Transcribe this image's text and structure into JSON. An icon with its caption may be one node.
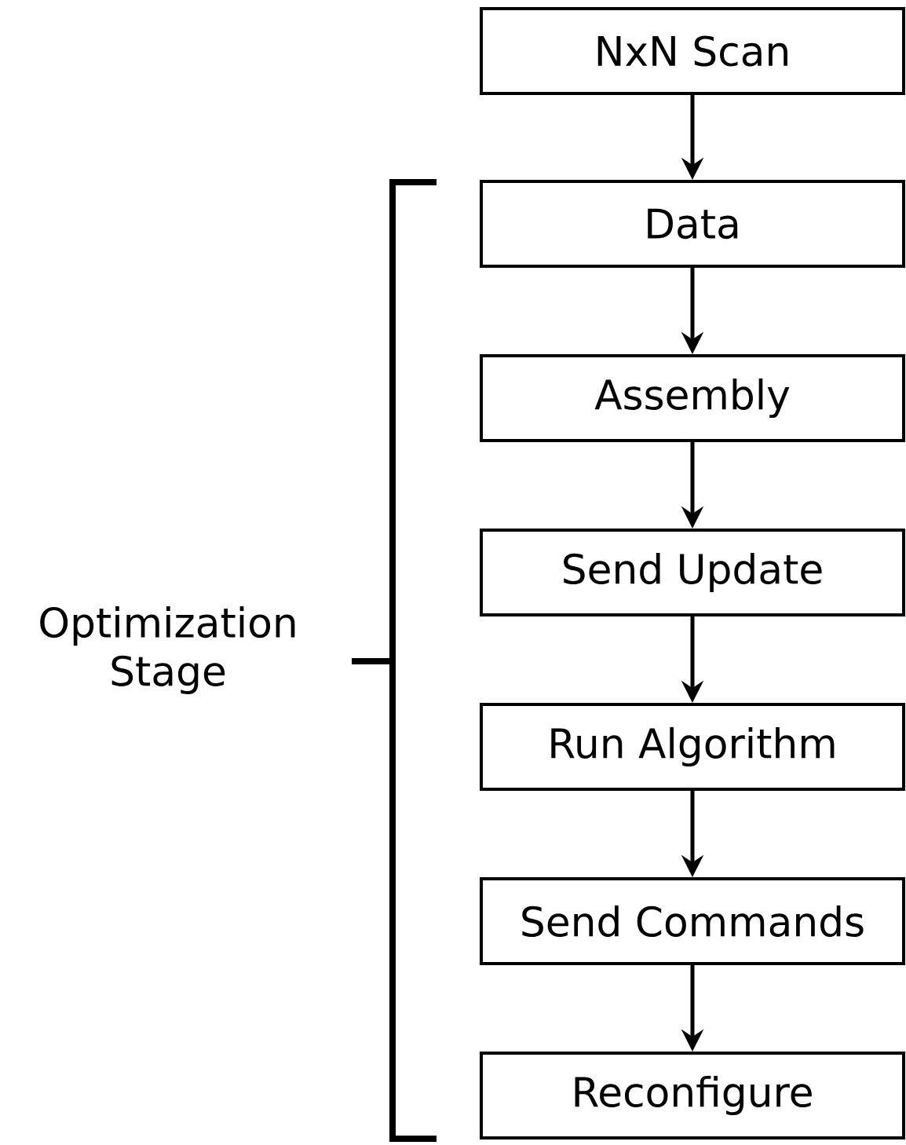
{
  "diagram": {
    "nodes": [
      {
        "text": [
          "NxN Scan"
        ]
      },
      {
        "text": [
          "Data"
        ]
      },
      {
        "text": [
          "Assembly"
        ]
      },
      {
        "text": [
          "Send Update"
        ]
      },
      {
        "text": [
          "Run Algorithm"
        ]
      },
      {
        "text": [
          "Send Commands"
        ]
      },
      {
        "text": [
          "Reconfigure"
        ]
      }
    ],
    "edges": [
      {
        "from": 0,
        "to": 1,
        "arrow": "to"
      },
      {
        "from": 1,
        "to": 2,
        "arrow": "to"
      },
      {
        "from": 2,
        "to": 3,
        "arrow": "to"
      },
      {
        "from": 3,
        "to": 4,
        "arrow": "to"
      },
      {
        "from": 4,
        "to": 5,
        "arrow": "to"
      },
      {
        "from": 5,
        "to": 6,
        "arrow": "to"
      }
    ],
    "labels": [
      "Optimization Stage"
    ]
  }
}
